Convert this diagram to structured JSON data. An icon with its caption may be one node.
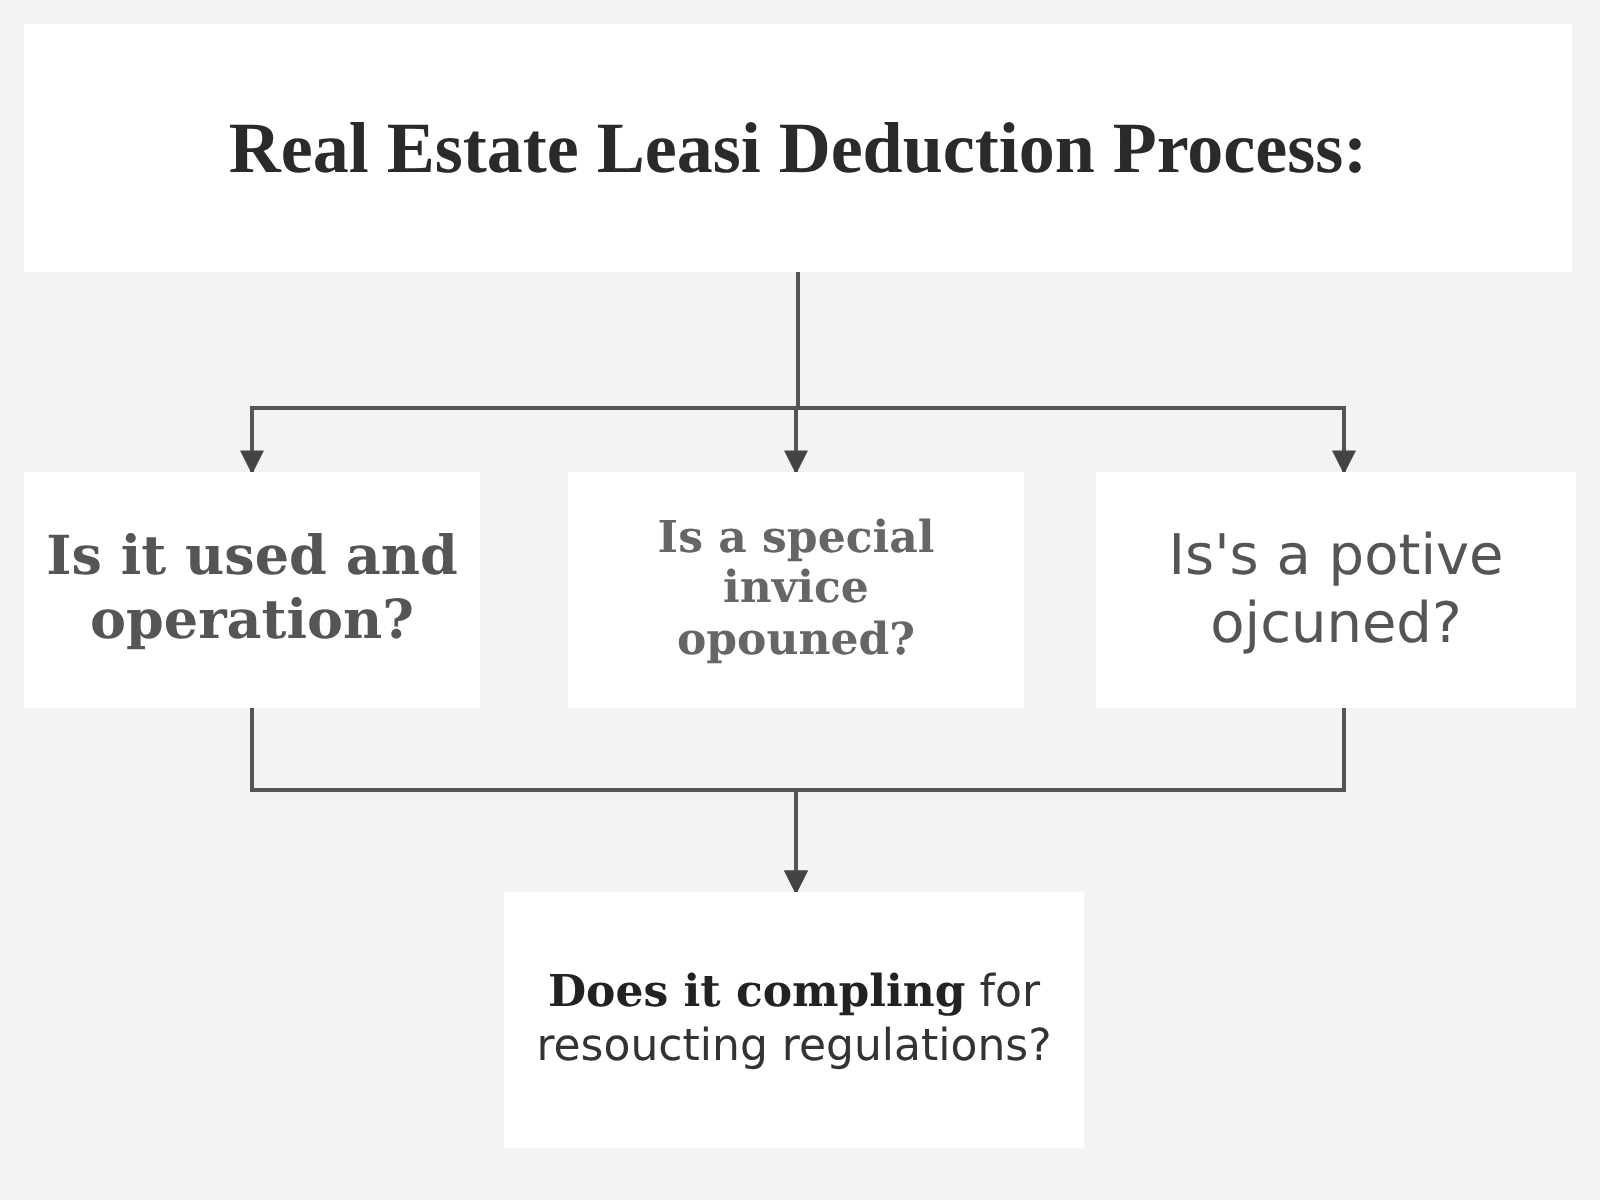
{
  "diagram": {
    "nodes": [
      {
        "text": [
          "Real Estate Leasi Deduction Process:"
        ]
      },
      {
        "text": [
          "Is it used and operation?"
        ]
      },
      {
        "text": [
          "Is a special invice opouned?"
        ]
      },
      {
        "text": [
          "Is's a potive ojcuned?"
        ]
      },
      {
        "text": [
          "**Does it compling** for resoucting regulations?"
        ]
      }
    ],
    "edges": [
      {
        "from": 0,
        "to": 1,
        "arrow": "to"
      },
      {
        "from": 0,
        "to": 2,
        "arrow": "to"
      },
      {
        "from": 0,
        "to": 3,
        "arrow": "to"
      },
      {
        "from": 1,
        "to": 4,
        "arrow": "to"
      },
      {
        "from": 3,
        "to": 4,
        "arrow": "to"
      }
    ]
  }
}
